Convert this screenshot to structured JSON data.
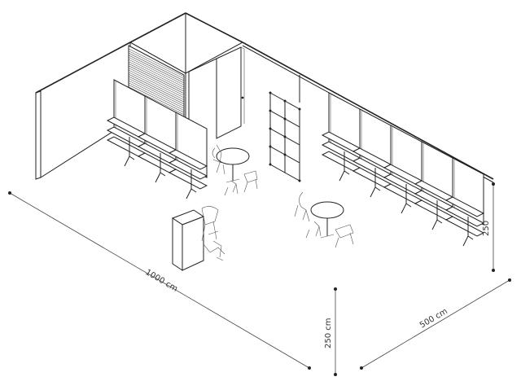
{
  "dimensions": {
    "length_label": "1000 cm",
    "height_label": "250 cm",
    "depth_label": "500 cm",
    "side_height_label": "250"
  }
}
